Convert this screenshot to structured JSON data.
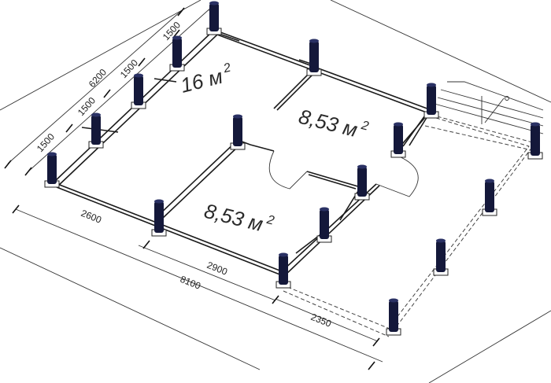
{
  "dimensions": {
    "overall_left": "6200",
    "left_seg_1": "1500",
    "left_seg_2": "1500",
    "left_seg_3": "1500",
    "left_seg_4": "1500",
    "front_seg_1": "2600",
    "front_seg_2": "2900",
    "front_total": "8100",
    "terrace": "2350"
  },
  "rooms": {
    "room_1": {
      "value": "16 м",
      "power": "2"
    },
    "room_2": {
      "value": "8,53 м",
      "power": "2"
    },
    "room_3": {
      "value": "8,53 м",
      "power": "2"
    }
  },
  "colors": {
    "pile": "#14183a",
    "pile_top": "#2a3164",
    "line": "#1b1b1b"
  }
}
